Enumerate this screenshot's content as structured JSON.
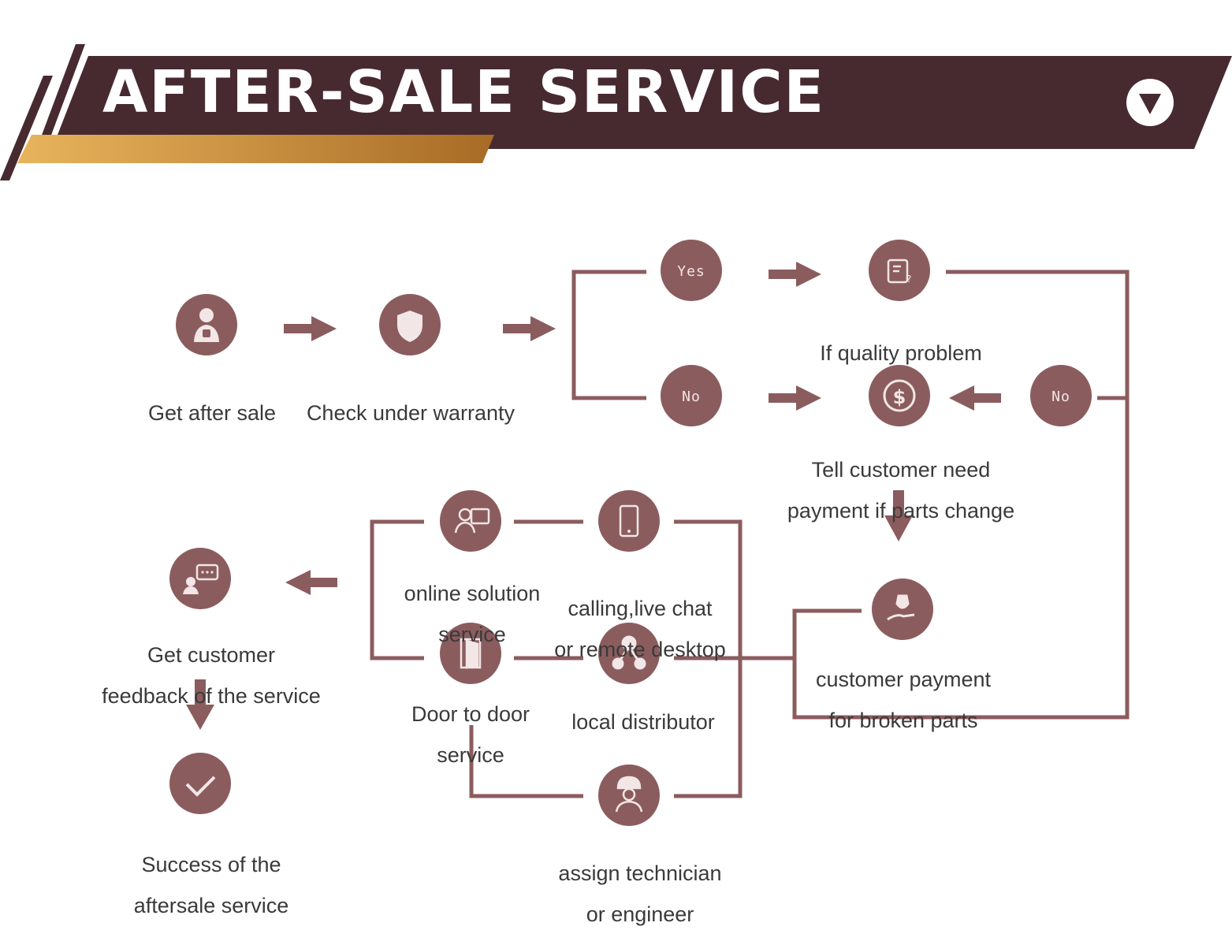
{
  "header": {
    "title": "AFTER-SALE SERVICE",
    "toggle_icon": "chevron-down-icon",
    "colors": {
      "bar": "#472a30",
      "gold_start": "#e8b45c",
      "gold_end": "#a86b26"
    }
  },
  "colors": {
    "node": "#8b5c5e",
    "line": "#8b5c5e",
    "text": "#3a3a3a"
  },
  "nodes": {
    "get_after_sale": {
      "label": "Get after sale",
      "icon": "customer-service-icon"
    },
    "check_warranty": {
      "label": "Check under warranty",
      "icon": "shield-icon"
    },
    "yes": {
      "label": "Yes"
    },
    "no_left": {
      "label": "No"
    },
    "no_right": {
      "label": "No"
    },
    "quality_problem": {
      "label": "If quality problem",
      "icon": "document-question-icon"
    },
    "tell_customer": {
      "line1": "Tell customer need",
      "line2": "payment if parts change",
      "icon": "coin-dollar-icon"
    },
    "customer_payment": {
      "line1": "customer payment",
      "line2": "for broken parts",
      "icon": "hand-payment-icon"
    },
    "online_solution": {
      "line1": "online solution",
      "line2": "service",
      "icon": "online-support-icon"
    },
    "calling": {
      "line1": "calling,live chat",
      "line2": "or remote desktop",
      "icon": "phone-icon"
    },
    "door_to_door": {
      "line1": "Door  to door",
      "line2": "service",
      "icon": "door-icon"
    },
    "local_distributor": {
      "label": "local distributor",
      "icon": "network-icon"
    },
    "assign_technician": {
      "line1": "assign technician",
      "line2": "or engineer",
      "icon": "engineer-icon"
    },
    "customer_feedback": {
      "line1": "Get customer",
      "line2": "feedback of the service",
      "icon": "feedback-chat-icon"
    },
    "success": {
      "line1": "Success of the",
      "line2": "aftersale service",
      "icon": "checkmark-icon"
    }
  }
}
